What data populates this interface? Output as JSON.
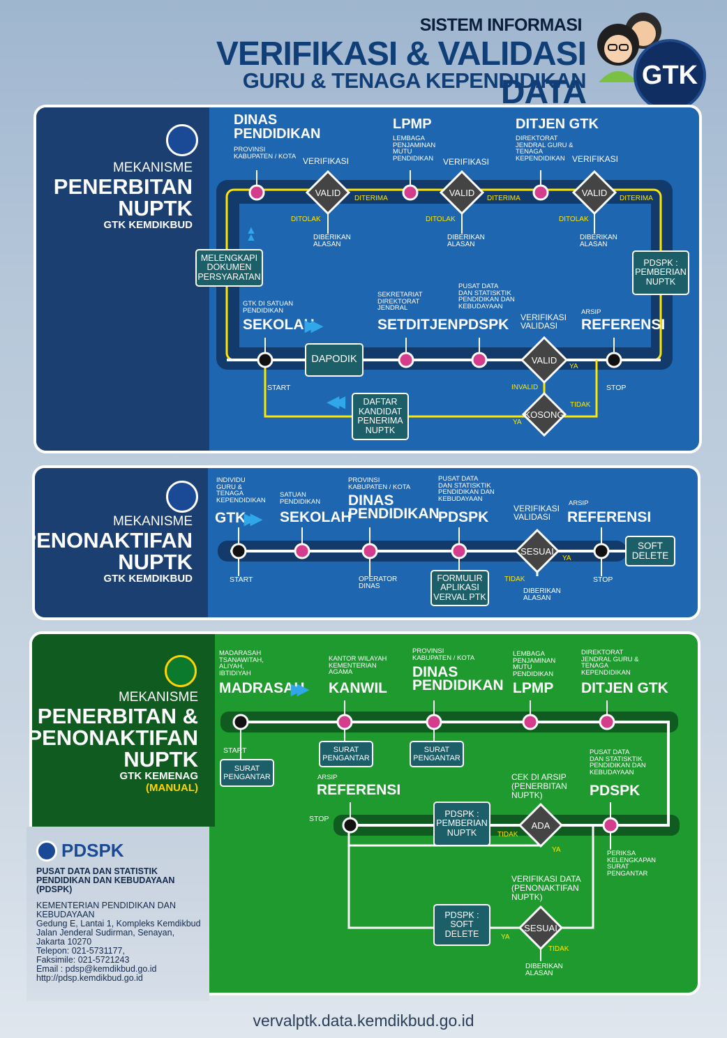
{
  "header": {
    "line1": "SISTEM INFORMASI",
    "line2": "VERIFIKASI & VALIDASI DATA",
    "line3": "GURU & TENAGA KEPENDIDIKAN",
    "badge": "GTK"
  },
  "panel1": {
    "mek1": "MEKANISME",
    "mek2": "PENERBITAN",
    "mek3": "NUPTK",
    "mek4": "GTK KEMDIKBUD",
    "dinas_title": "DINAS\nPENDIDIKAN",
    "dinas_sub": "PROVINSI\nKABUPATEN / KOTA",
    "lpmp_title": "LPMP",
    "lpmp_sub": "LEMBAGA\nPENJAMINAN\nMUTU\nPENDIDIKAN",
    "ditjen_title": "DITJEN GTK",
    "ditjen_sub": "DIREKTORAT\nJENDRAL GURU &\nTENAGA\nKEPENDIDIKAN",
    "verifikasi": "VERIFIKASI",
    "valid": "VALID",
    "diterima": "DITERIMA",
    "ditolak": "DITOLAK",
    "diberikan_alasan": "DIBERIKAN\nALASAN",
    "melengkapi": "MELENGKAPI\nDOKUMEN\nPERSYARATAN",
    "pemberian": "PDSPK :\nPEMBERIAN\nNUPTK",
    "sekolah_sub": "GTK DI SATUAN\nPENDIDIKAN",
    "sekolah": "SEKOLAH",
    "setditjen_sub": "SEKRETARIAT\nDIREKTORAT\nJENDRAL",
    "setditjen": "SETDITJEN",
    "pdspk_sub": "PUSAT DATA\nDAN STATISKTIK\nPENDIDIKAN DAN\nKEBUDAYAAN",
    "pdspk": "PDSPK",
    "verval": "VERIFIKASI\nVALIDASI",
    "arsip": "ARSIP",
    "referensi": "REFERENSI",
    "dapodik": "DAPODIK",
    "start": "START",
    "stop": "STOP",
    "ya": "YA",
    "invalid": "INVALID",
    "tidak": "TIDAK",
    "kosong": "KOSONG",
    "daftar": "DAFTAR\nKANDIDAT\nPENERIMA\nNUPTK"
  },
  "panel2": {
    "mek1": "MEKANISME",
    "mek2": "PENONAKTIFAN",
    "mek3": "NUPTK",
    "mek4": "GTK KEMDIKBUD",
    "gtk_sub": "INDIVIDU\nGURU &\nTENAGA\nKEPENDIDIKAN",
    "gtk": "GTK",
    "sekolah_sub": "SATUAN\nPENDIDIKAN",
    "sekolah": "SEKOLAH",
    "dinas_sub": "PROVINSI\nKABUPATEN / KOTA",
    "dinas": "DINAS\nPENDIDIKAN",
    "pdspk_sub": "PUSAT DATA\nDAN STATISKTIK\nPENDIDIKAN DAN\nKEBUDAYAAN",
    "pdspk": "PDSPK",
    "verval": "VERIFIKASI\nVALIDASI",
    "arsip": "ARSIP",
    "referensi": "REFERENSI",
    "start": "START",
    "stop": "STOP",
    "operator": "OPERATOR\nDINAS",
    "formulir": "FORMULIR\nAPLIKASI\nVERVAL PTK",
    "sesuai": "SESUAI",
    "ya": "YA",
    "tidak": "TIDAK",
    "diberikan_alasan": "DIBERIKAN\nALASAN",
    "soft_delete": "SOFT\nDELETE"
  },
  "panel3": {
    "mek1": "MEKANISME",
    "mek2": "PENERBITAN &",
    "mek3": "PENONAKTIFAN",
    "mek4": "NUPTK",
    "mek5": "GTK KEMENAG",
    "mek6": "(MANUAL)",
    "madrasah_sub": "MADARASAH\nTSANAWITAH,\nALIYAH,\nIBTIDIYAH",
    "madrasah": "MADRASAH",
    "kanwil_sub": "KANTOR WILAYAH\nKEMENTERIAN\nAGAMA",
    "kanwil": "KANWIL",
    "dinas_sub": "PROVINSI\nKABUPATEN / KOTA",
    "dinas": "DINAS\nPENDIDIKAN",
    "lpmp_sub": "LEMBAGA\nPENJAMINAN\nMUTU\nPENDIDIKAN",
    "lpmp": "LPMP",
    "ditjen_sub": "DIREKTORAT\nJENDRAL GURU &\nTENAGA\nKEPENDIDIKAN",
    "ditjen": "DITJEN GTK",
    "start": "START",
    "stop": "STOP",
    "surat": "SURAT\nPENGANTAR",
    "arsip": "ARSIP",
    "referensi": "REFERENSI",
    "pemberian": "PDSPK :\nPEMBERIAN\nNUPTK",
    "cek": "CEK DI ARSIP\n(PENERBITAN\nNUPTK)",
    "ada": "ADA",
    "tidak": "TIDAK",
    "ya": "YA",
    "pdspk_sub": "PUSAT DATA\nDAN STATISKTIK\nPENDIDIKAN DAN\nKEBUDAYAAN",
    "pdspk": "PDSPK",
    "periksa": "PERIKSA\nKELENGKAPAN\nSURAT\nPENGANTAR",
    "verdata": "VERIFIKASI DATA\n(PENONAKTIFAN\nNUPTK)",
    "soft_delete": "PDSPK :\nSOFT\nDELETE",
    "sesuai": "SESUAI",
    "diberikan_alasan": "DIBERIKAN\nALASAN"
  },
  "pdspk_info": {
    "logo": "PDSPK",
    "name": "PUSAT DATA DAN STATISTIK PENDIDIKAN DAN KEBUDAYAAN (PDSPK)",
    "address": "KEMENTERIAN PENDIDIKAN DAN KEBUDAYAAN\nGedung E, Lantai 1, Kompleks Kemdikbud\nJalan Jenderal Sudirman, Senayan, Jakarta 10270\nTelepon:  021-5731177,\nFaksimile: 021-5721243\nEmail : pdsp@kemdikbud.go.id\nhttp://pdsp.kemdikbud.go.id"
  },
  "footer": "vervalptk.data.kemdikbud.go.id",
  "colors": {
    "node": "#d43c8c",
    "panel_blue": "#1f66b0",
    "panel_green": "#1e9a2e",
    "line_yellow": "#ffe600",
    "diamond": "#444444",
    "box_teal": "#1d5f68"
  }
}
